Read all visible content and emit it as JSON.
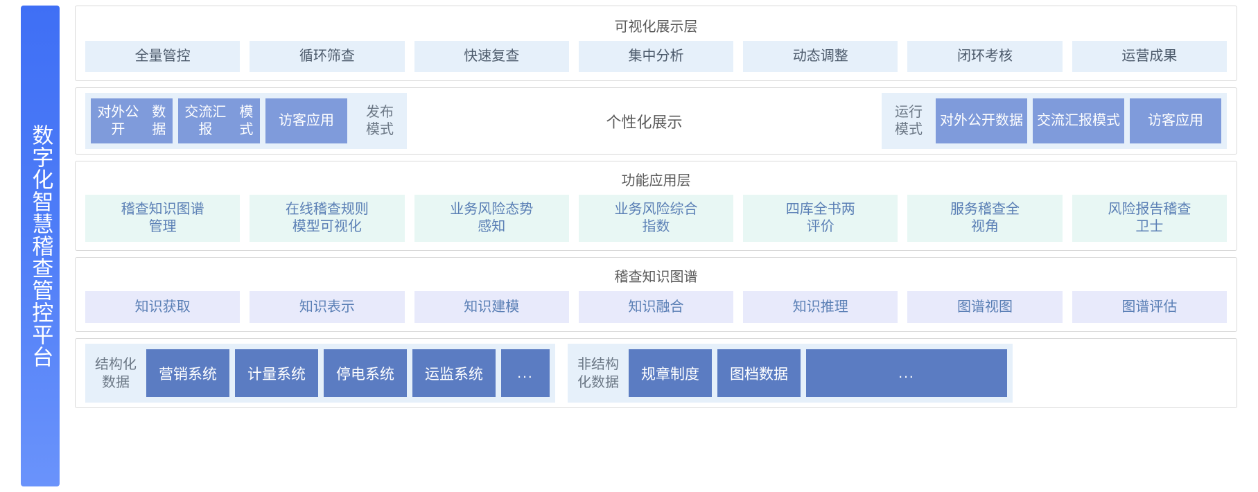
{
  "platform": {
    "title": "数字化智慧稽查管控平台",
    "accent_start": "#3f6ff5",
    "accent_end": "#6a93fb"
  },
  "layers": [
    {
      "id": "visualization",
      "title": "可视化展示层",
      "tint": "#e6f0fa",
      "items": [
        {
          "label": "全量管控"
        },
        {
          "label": "循环筛查"
        },
        {
          "label": "快速复查"
        },
        {
          "label": "集中分析"
        },
        {
          "label": "动态调整"
        },
        {
          "label": "闭环考核"
        },
        {
          "label": "运营成果"
        }
      ]
    },
    {
      "id": "personalized",
      "title": "个性化展示",
      "tint": "#e6f0fa",
      "chip_color": "#7f9bdb",
      "left_group": {
        "label": "发布\n模式",
        "label_line1": "发布",
        "label_line2": "模式",
        "chips": [
          {
            "label_line1": "对外公开",
            "label_line2": "数据"
          },
          {
            "label_line1": "交流汇报",
            "label_line2": "模式"
          },
          {
            "label_line1": "访客应用",
            "label_line2": ""
          }
        ]
      },
      "right_group": {
        "label_line1": "运行",
        "label_line2": "模式",
        "chips": [
          {
            "label_line1": "对外公开",
            "label_line2": "数据"
          },
          {
            "label_line1": "交流汇报",
            "label_line2": "模式"
          },
          {
            "label_line1": "访客应用",
            "label_line2": ""
          }
        ]
      }
    },
    {
      "id": "function",
      "title": "功能应用层",
      "tint": "#e8f7f4",
      "items": [
        {
          "line1": "稽查知识图谱",
          "line2": "管理"
        },
        {
          "line1": "在线稽查规则",
          "line2": "模型可视化"
        },
        {
          "line1": "业务风险态势",
          "line2": "感知"
        },
        {
          "line1": "业务风险综合",
          "line2": "指数"
        },
        {
          "line1": "四库全书两",
          "line2": "评价"
        },
        {
          "line1": "服务稽查全",
          "line2": "视角"
        },
        {
          "line1": "风险报告稽查",
          "line2": "卫士"
        }
      ]
    },
    {
      "id": "knowledge-graph",
      "title": "稽查知识图谱",
      "tint": "#e8eafb",
      "items": [
        {
          "label": "知识获取"
        },
        {
          "label": "知识表示"
        },
        {
          "label": "知识建模"
        },
        {
          "label": "知识融合"
        },
        {
          "label": "知识推理"
        },
        {
          "label": "图谱视图"
        },
        {
          "label": "图谱评估"
        }
      ]
    },
    {
      "id": "data-source",
      "tint": "#e6f0fa",
      "chip_color": "#5b7cc2",
      "structured": {
        "label_line1": "结构化",
        "label_line2": "数据",
        "chips": [
          {
            "label": "营销系统"
          },
          {
            "label": "计量系统"
          },
          {
            "label": "停电系统"
          },
          {
            "label": "运监系统"
          },
          {
            "label": "..."
          }
        ]
      },
      "unstructured": {
        "label_line1": "非结构",
        "label_line2": "化数据",
        "chips": [
          {
            "label": "规章制度"
          },
          {
            "label": "图档数据"
          },
          {
            "label": "..."
          }
        ]
      }
    }
  ]
}
